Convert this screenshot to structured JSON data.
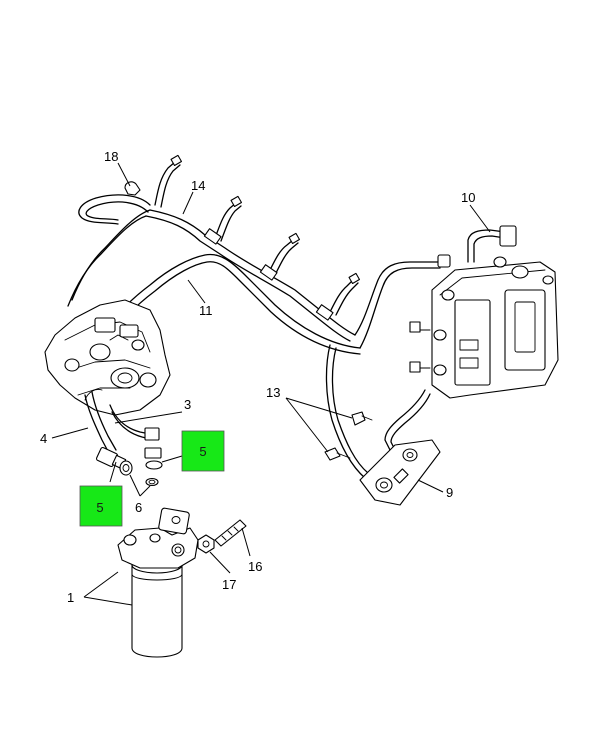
{
  "diagram": {
    "callouts": {
      "c1": "1",
      "c3": "3",
      "c4": "4",
      "c5a": "5",
      "c5b": "5",
      "c6": "6",
      "c9": "9",
      "c10": "10",
      "c11": "11",
      "c13": "13",
      "c14": "14",
      "c16": "16",
      "c17": "17",
      "c18": "18"
    },
    "colors": {
      "highlight": "#17e817",
      "line": "#000000",
      "background": "#ffffff"
    }
  }
}
